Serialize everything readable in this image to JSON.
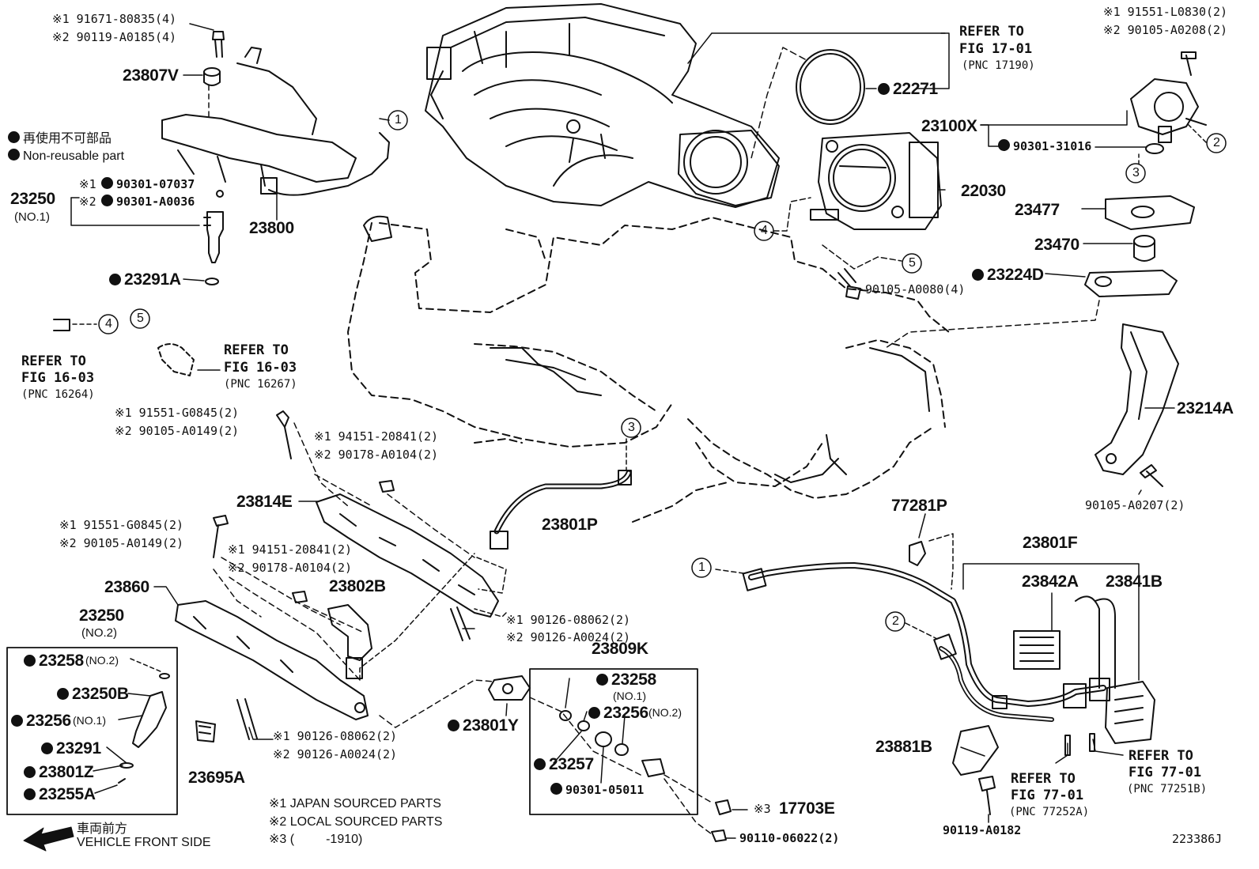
{
  "legend": {
    "nonreusable_jp": "再使用不可部品",
    "nonreusable_en": "Non-reusable part"
  },
  "footnotes": {
    "n1": "※1 JAPAN SOURCED PARTS",
    "n2": "※2 LOCAL SOURCED PARTS",
    "n3": "※3 (         -1910)"
  },
  "direction": {
    "jp": "車両前方",
    "en": "VEHICLE FRONT SIDE"
  },
  "figure_id": "223386J",
  "callout_numbers": [
    "1",
    "2",
    "3",
    "4",
    "5"
  ],
  "parts": {
    "p23807V": "23807V",
    "bolt_top_left_1": "※1 91671-80835(4)",
    "bolt_top_left_2": "※2 90119-A0185(4)",
    "oring_1": "※1",
    "oring_1_pn": "90301-07037",
    "oring_2": "※2",
    "oring_2_pn": "90301-A0036",
    "p23250": "23250",
    "p23250_no1": "(NO.1)",
    "p23800": "23800",
    "p23291A": "23291A",
    "refer_16264_a": "REFER TO",
    "refer_16264_b": "FIG 16-03",
    "refer_16264_c": "(PNC 16264)",
    "refer_16267_a": "REFER TO",
    "refer_16267_b": "FIG 16-03",
    "refer_16267_c": "(PNC 16267)",
    "refer_17190_a": "REFER TO",
    "refer_17190_b": "FIG 17-01",
    "refer_17190_c": "(PNC 17190)",
    "p22271": "22271",
    "p22030": "22030",
    "bolt_tb": "90105-A0080(4)",
    "bolt_tr_1": "※1 91551-L0830(2)",
    "bolt_tr_2": "※2 90105-A0208(2)",
    "p23100X": "23100X",
    "oring_pump": "90301-31016",
    "p23477": "23477",
    "p23470": "23470",
    "p23224D": "23224D",
    "p23214A": "23214A",
    "bolt_bracket": "90105-A0207(2)",
    "bolt_mid_1": "※1 91551-G0845(2)",
    "bolt_mid_2": "※2 90105-A0149(2)",
    "nut_mid_1": "※1 94151-20841(2)",
    "nut_mid_2": "※2 90178-A0104(2)",
    "p23814E": "23814E",
    "p23801P": "23801P",
    "bolt_low_1": "※1 91551-G0845(2)",
    "bolt_low_2": "※2 90105-A0149(2)",
    "nut_low_1": "※1 94151-20841(2)",
    "nut_low_2": "※2 90178-A0104(2)",
    "p23860": "23860",
    "p23802B": "23802B",
    "stud_mid_1": "※1 90126-08062(2)",
    "stud_mid_2": "※2 90126-A0024(2)",
    "p23250_2": "23250",
    "p23250_no2": "(NO.2)",
    "p23258": "23258",
    "p23258_no2": "(NO.2)",
    "p23250B": "23250B",
    "p23256": "23256",
    "p23256_no1": "(NO.1)",
    "p23291": "23291",
    "p23801Z": "23801Z",
    "p23255A": "23255A",
    "p23695A": "23695A",
    "stud_low_1": "※1 90126-08062(2)",
    "stud_low_2": "※2 90126-A0024(2)",
    "p23801Y": "23801Y",
    "p23809K": "23809K",
    "p23258b": "23258",
    "p23258b_no1": "(NO.1)",
    "p23256b": "23256",
    "p23256b_no2": "(NO.2)",
    "p23257": "23257",
    "oring_b": "90301-05011",
    "p17703E": "17703E",
    "p17703E_mark": "※3",
    "bolt_bottom": "90110-06022(2)",
    "p77281P": "77281P",
    "p23801F": "23801F",
    "p23842A": "23842A",
    "p23841B": "23841B",
    "p23881B": "23881B",
    "bolt_br": "90119-A0182",
    "refer_77252A_a": "REFER TO",
    "refer_77252A_b": "FIG 77-01",
    "refer_77252A_c": "(PNC 77252A)",
    "refer_77251B_a": "REFER TO",
    "refer_77251B_b": "FIG 77-01",
    "refer_77251B_c": "(PNC 77251B)"
  }
}
